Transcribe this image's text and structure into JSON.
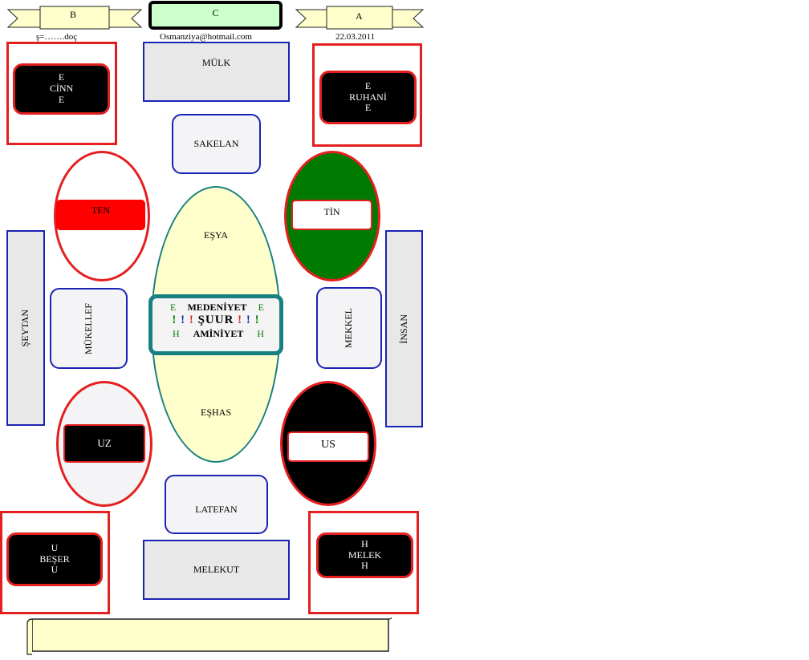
{
  "colors": {
    "blue_border": "#1b23b4",
    "red_border": "#e41f1f",
    "teal": "#188080",
    "green_fill": "#007a00",
    "pale_yellow": "#ffffcc",
    "light_green": "#ccffcc",
    "gray_fill": "#e8e8e8"
  },
  "header": {
    "b_label": "B",
    "c_label": "C",
    "a_label": "A",
    "left_caption": "ş=…….doç",
    "email": "Osmanziya@hotmail.com",
    "date": "22.03.2011"
  },
  "corners": {
    "top_left": [
      "E",
      "CİNN",
      "E"
    ],
    "top_right": [
      "E",
      "RUHANİ",
      "E"
    ],
    "bottom_left": [
      "U",
      "BEŞER",
      "U"
    ],
    "bottom_right": [
      "H",
      "MELEK",
      "H"
    ]
  },
  "boxes": {
    "mulk": "MÜLK",
    "sakelan": "SAKELAN",
    "latefan": "LATEFAN",
    "melekut": "MELEKUT",
    "seytan": "ŞEYTAN",
    "insan": "İNSAN",
    "mukellef": "MÜKELLEF",
    "mekkel": "MEKKEL"
  },
  "ovals": {
    "ten": "TEN",
    "tin": "TİN",
    "uz": "UZ",
    "us": "US"
  },
  "central": {
    "top": "EŞYA",
    "bottom": "EŞHAS",
    "e": "E",
    "h": "H",
    "medeniyet": "MEDENİYET",
    "aminiyet": "AMİNİYET",
    "surr": "ŞUUR",
    "excl": "!"
  }
}
